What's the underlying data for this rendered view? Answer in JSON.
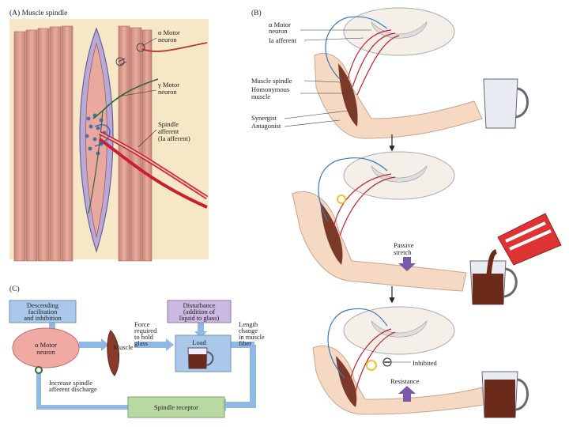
{
  "panel_a": {
    "title": "(A)  Muscle spindle",
    "labels": {
      "alpha_motor": [
        "α Motor",
        "neuron"
      ],
      "gamma_motor": [
        "γ Motor",
        "neuron"
      ],
      "spindle_afferent": [
        "Spindle",
        "afferent",
        "(Ia afferent)"
      ]
    }
  },
  "panel_b": {
    "title": "(B)",
    "labels": {
      "alpha_motor": [
        "α Motor",
        "neuron"
      ],
      "ia_afferent": "Ia afferent",
      "muscle_spindle": "Muscle spindle",
      "homonymous": [
        "Homonymous",
        "muscle"
      ],
      "synergist": "Synergist",
      "antagonist": "Antagonist",
      "passive_stretch": [
        "Passive",
        "stretch"
      ],
      "inhibited": "Inhibited",
      "resistance": "Resistance"
    }
  },
  "panel_c": {
    "title": "(C)",
    "descending": [
      "Descending",
      "facilitation",
      "and inhibition"
    ],
    "disturbance": [
      "Disturbance",
      "(addition of",
      "liquid to glass)"
    ],
    "alpha_motor": [
      "α Motor",
      "neuron"
    ],
    "muscle": "Muscle",
    "force": [
      "Force",
      "required",
      "to hold",
      "glass"
    ],
    "load": "Load",
    "length_change": [
      "Length",
      "change",
      "in muscle",
      "fiber"
    ],
    "increase": [
      "Increase spindle",
      "afferent discharge"
    ],
    "spindle_receptor": "Spindle receptor"
  },
  "colors": {
    "panel_bg": "#f6e7c6",
    "muscle": "#d99a8a",
    "capsule": "#b9a9d6",
    "afferent": "#c8202f",
    "gamma": "#2f6b3a",
    "box_blue": "#a9c8ea",
    "box_purple": "#cbb9e2",
    "box_green": "#b9d9a3",
    "motor_pink": "#f0a9a3",
    "arrow_blue": "#8fb8e3",
    "skin": "#f5d9c3",
    "coffee": "#6b2a1a"
  }
}
